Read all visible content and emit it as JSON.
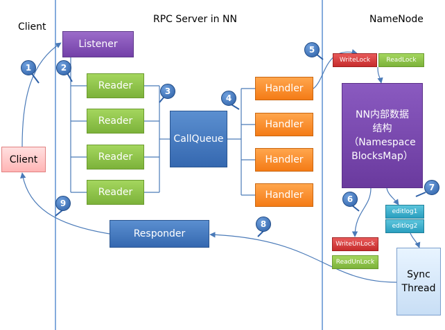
{
  "lanes": {
    "client": "Client",
    "rpc": "RPC Server in NN",
    "namenode": "NameNode"
  },
  "nodes": {
    "client": "Client",
    "listener": "Listener",
    "readers": [
      "Reader",
      "Reader",
      "Reader",
      "Reader"
    ],
    "callqueue": "CallQueue",
    "handlers": [
      "Handler",
      "Handler",
      "Handler",
      "Handler"
    ],
    "responder": "Responder",
    "write_lock": "WriteLock",
    "read_lock": "ReadLock",
    "namespace_line1": "NN内部数据",
    "namespace_line2": "结构",
    "namespace_line3": "（Namespace",
    "namespace_line4": "BlocksMap）",
    "write_unlock": "WriteUnLock",
    "read_unlock": "ReadUnLock",
    "editlog1": "editlog1",
    "editlog2": "editlog2",
    "sync_line1": "Sync",
    "sync_line2": "Thread"
  },
  "steps": [
    "1",
    "2",
    "3",
    "4",
    "5",
    "6",
    "7",
    "8",
    "9"
  ],
  "colors": {
    "lane_line": "#5b8fd0",
    "connector": "#4a7ab8"
  }
}
